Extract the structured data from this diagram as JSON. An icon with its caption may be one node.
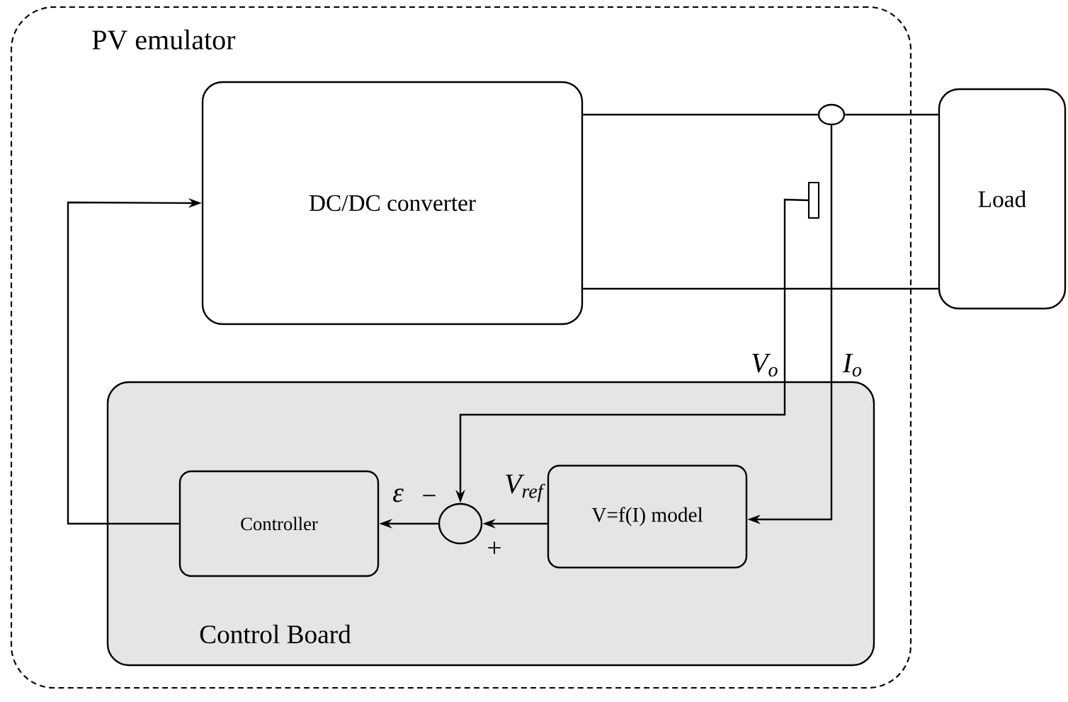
{
  "diagram": {
    "nodes": [
      {
        "text": [
          "PV emulator"
        ]
      },
      {
        "text": [
          "DC/DC converter"
        ],
        "in": 0
      },
      {
        "text": [
          "Control Board"
        ],
        "in": 0
      },
      {
        "text": [
          "Controller"
        ],
        "in": 2
      },
      {
        "text": [],
        "shape": "circle",
        "in": 2
      },
      {
        "text": [
          "V=f(I) model"
        ],
        "in": 2
      },
      {
        "text": [
          "Load"
        ]
      },
      {
        "text": [],
        "shape": "circle",
        "in": 0
      },
      {
        "text": [],
        "shape": "bar",
        "in": 0
      }
    ],
    "edges": [
      {
        "from": 1,
        "to": 7,
        "arrow": "none"
      },
      {
        "from": 7,
        "to": 6,
        "arrow": "none"
      },
      {
        "from": 1,
        "to": 6,
        "arrow": "none"
      },
      {
        "from": 8,
        "to": 4,
        "arrow": "to",
        "label": "V$_{o}$"
      },
      {
        "from": 7,
        "to": 5,
        "arrow": "to",
        "label": "I$_{o}$"
      },
      {
        "from": 5,
        "to": 4,
        "arrow": "to",
        "label": "V$_{ref}$"
      },
      {
        "from": 4,
        "to": 3,
        "arrow": "to",
        "label": "ε"
      },
      {
        "from": 3,
        "to": 1,
        "arrow": "to"
      }
    ],
    "labels": [
      "−",
      "+"
    ]
  }
}
